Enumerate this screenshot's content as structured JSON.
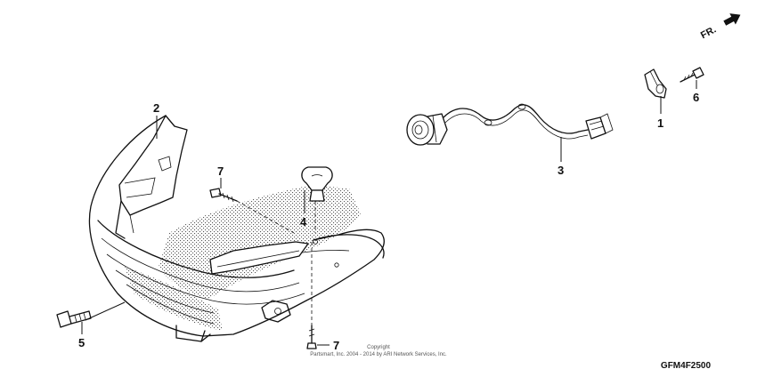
{
  "direction_indicator": {
    "label": "FR."
  },
  "callouts": [
    {
      "id": "part-1",
      "label": "1"
    },
    {
      "id": "part-2",
      "label": "2"
    },
    {
      "id": "part-3",
      "label": "3"
    },
    {
      "id": "part-4",
      "label": "4"
    },
    {
      "id": "part-5",
      "label": "5"
    },
    {
      "id": "part-6",
      "label": "6"
    },
    {
      "id": "part-7a",
      "label": "7"
    },
    {
      "id": "part-7b",
      "label": "7"
    }
  ],
  "copyright": {
    "line1": "Copyright",
    "line2": "Partsmart, Inc. 2004 - 2014 by ARI Network Services, Inc."
  },
  "diagram_code": "GFM4F2500"
}
